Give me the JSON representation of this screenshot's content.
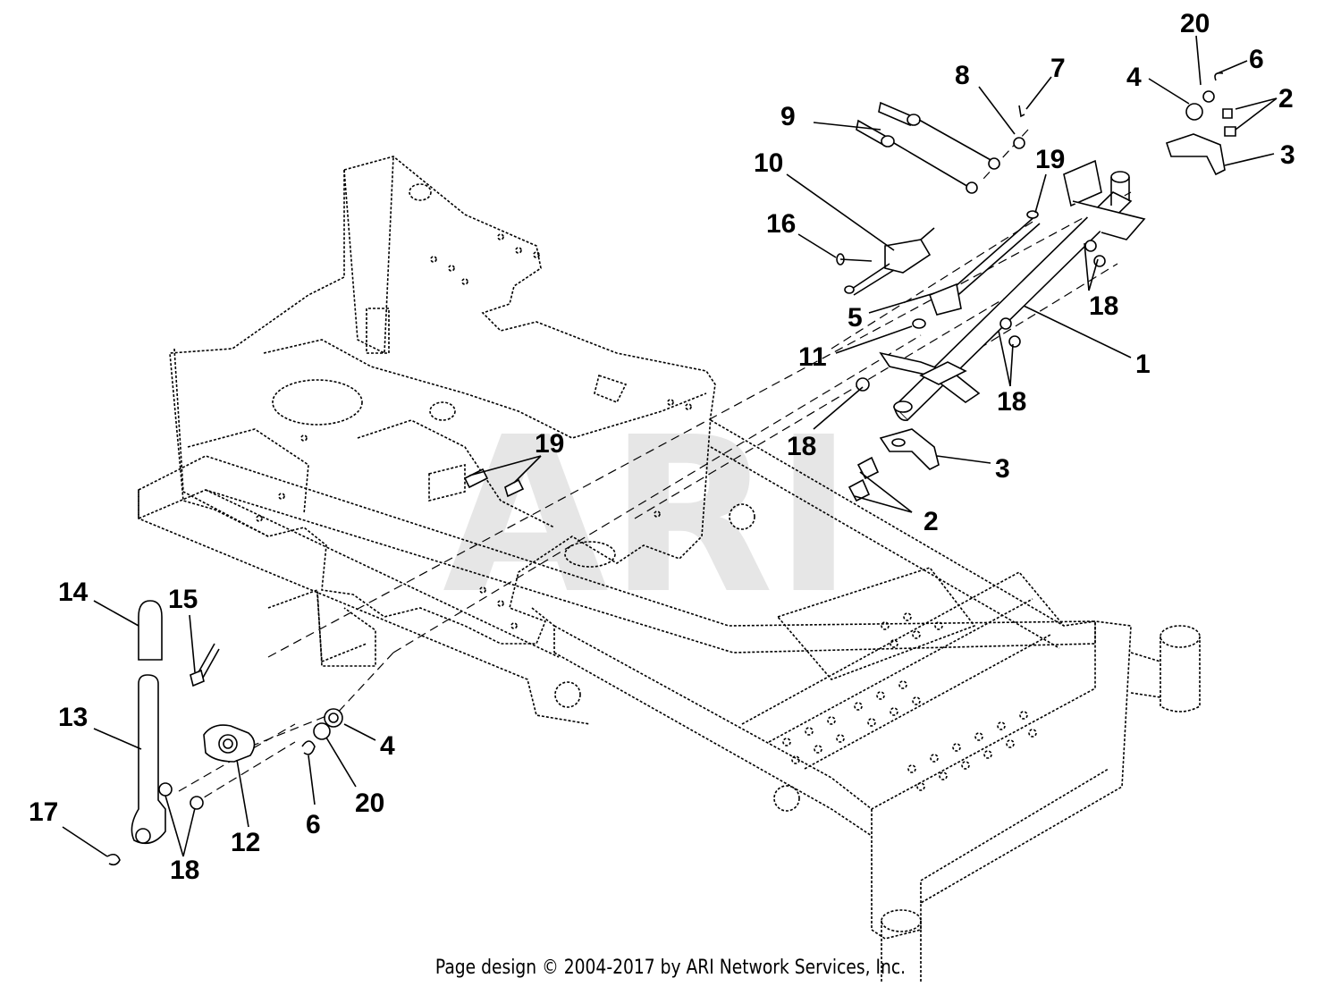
{
  "watermark": "ARI",
  "footer": "Page design © 2004-2017 by ARI Network Services, Inc.",
  "callouts": [
    {
      "id": "c20a",
      "label": "20"
    },
    {
      "id": "c6a",
      "label": "6"
    },
    {
      "id": "c4a",
      "label": "4"
    },
    {
      "id": "c2a",
      "label": "2"
    },
    {
      "id": "c3a",
      "label": "3"
    },
    {
      "id": "c8",
      "label": "8"
    },
    {
      "id": "c7",
      "label": "7"
    },
    {
      "id": "c9",
      "label": "9"
    },
    {
      "id": "c19a",
      "label": "19"
    },
    {
      "id": "c10",
      "label": "10"
    },
    {
      "id": "c16",
      "label": "16"
    },
    {
      "id": "c18a",
      "label": "18"
    },
    {
      "id": "c5",
      "label": "5"
    },
    {
      "id": "c1",
      "label": "1"
    },
    {
      "id": "c11",
      "label": "11"
    },
    {
      "id": "c18b",
      "label": "18"
    },
    {
      "id": "c18c",
      "label": "18"
    },
    {
      "id": "c19b",
      "label": "19"
    },
    {
      "id": "c3b",
      "label": "3"
    },
    {
      "id": "c2b",
      "label": "2"
    },
    {
      "id": "c14",
      "label": "14"
    },
    {
      "id": "c15",
      "label": "15"
    },
    {
      "id": "c13",
      "label": "13"
    },
    {
      "id": "c4b",
      "label": "4"
    },
    {
      "id": "c20b",
      "label": "20"
    },
    {
      "id": "c6b",
      "label": "6"
    },
    {
      "id": "c12",
      "label": "12"
    },
    {
      "id": "c18d",
      "label": "18"
    },
    {
      "id": "c17",
      "label": "17"
    }
  ]
}
